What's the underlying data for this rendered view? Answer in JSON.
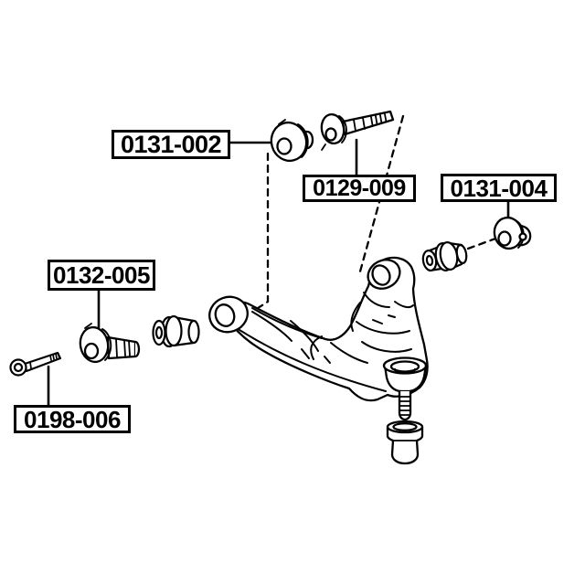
{
  "colors": {
    "background": "#ffffff",
    "line": "#000000",
    "label_border": "#000000",
    "label_text": "#000000"
  },
  "labels": [
    {
      "text": "0131-002"
    },
    {
      "text": "0129-009"
    },
    {
      "text": "0131-004"
    },
    {
      "text": "0132-005"
    },
    {
      "text": "0198-006"
    }
  ]
}
